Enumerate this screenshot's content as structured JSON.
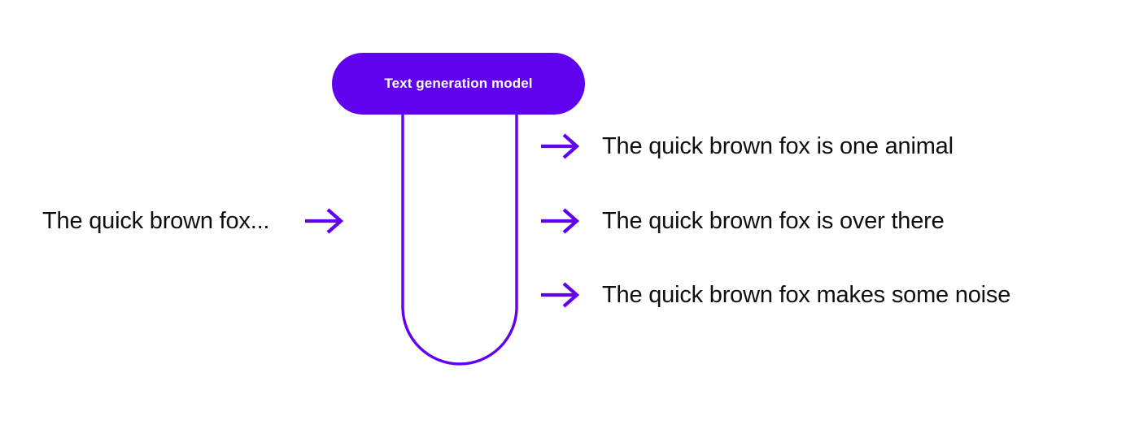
{
  "diagram": {
    "title_block": {
      "label": "Text generation model",
      "shape": "rounded-pill",
      "fill_color": "#6002ee",
      "text_color": "#ffffff"
    },
    "tube": {
      "shape": "u-tube",
      "stroke_color": "#6002ee",
      "stroke_width": 3
    },
    "input": {
      "text": "The quick brown fox...",
      "arrow_icon": "arrow-right-icon",
      "arrow_color": "#6002ee",
      "text_color": "#0f0f0f"
    },
    "outputs": [
      {
        "text": "The quick brown fox is one animal",
        "arrow_icon": "arrow-right-icon",
        "arrow_color": "#6002ee"
      },
      {
        "text": "The quick brown fox is over there",
        "arrow_icon": "arrow-right-icon",
        "arrow_color": "#6002ee"
      },
      {
        "text": "The quick brown fox makes some noise",
        "arrow_icon": "arrow-right-icon",
        "arrow_color": "#6002ee"
      }
    ],
    "colors": {
      "accent": "#6002ee",
      "text": "#0f0f0f",
      "background": "#ffffff"
    }
  }
}
